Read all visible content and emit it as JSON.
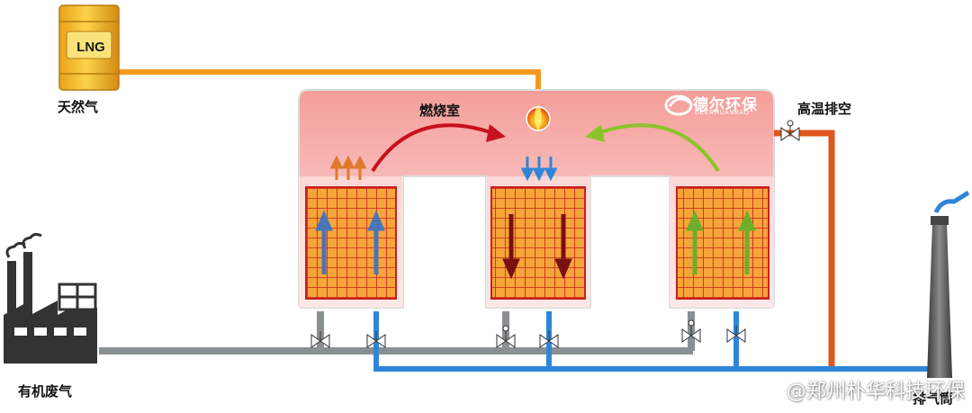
{
  "labels": {
    "lng": "LNG",
    "natural_gas": "天然气",
    "combustion_chamber": "燃烧室",
    "high_temp_exhaust": "高温排空",
    "organic_waste_gas": "有机废气",
    "chimney": "排气筒"
  },
  "brand": {
    "name": "德尔环保",
    "pinyin": "DEERHUANBAO"
  },
  "watermark": "@郑州朴华科技环保",
  "colors": {
    "gas_line": "#f39a1e",
    "hot_exhaust_line": "#e0561e",
    "inlet_line": "#8a8f92",
    "outlet_line": "#2f86d8",
    "chamber_top": "#f5a3a0",
    "chamber_bottom": "#fdeaea",
    "bed_fill": "#f3a23a",
    "bed_grid": "#c8201e",
    "arrow_up_orange": "#e0792a",
    "arrow_down_blue": "#2f86d8",
    "arrow_red": "#c8101e",
    "arrow_green": "#8bc42a"
  }
}
